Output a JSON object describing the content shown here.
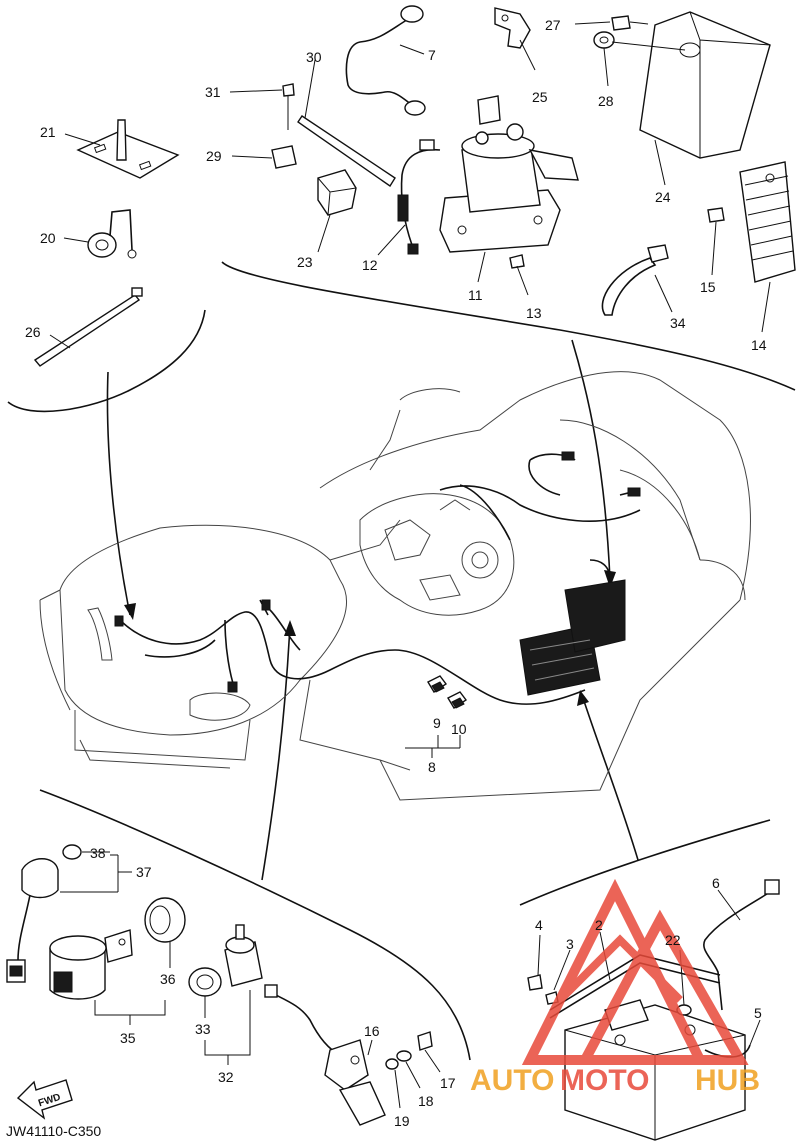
{
  "diagram_code": "JW41110-C350",
  "fwd_label": "FWD",
  "watermark": {
    "part1": "AUTO",
    "part2": "MOTO",
    "part3": "HUB",
    "color_main": "#f0a020",
    "color_accent": "#e84a3a"
  },
  "callouts": [
    {
      "id": "c2",
      "label": "2"
    },
    {
      "id": "c3",
      "label": "3"
    },
    {
      "id": "c4",
      "label": "4"
    },
    {
      "id": "c5",
      "label": "5"
    },
    {
      "id": "c6",
      "label": "6"
    },
    {
      "id": "c7",
      "label": "7"
    },
    {
      "id": "c8",
      "label": "8"
    },
    {
      "id": "c9",
      "label": "9"
    },
    {
      "id": "c10",
      "label": "10"
    },
    {
      "id": "c11",
      "label": "11"
    },
    {
      "id": "c12",
      "label": "12"
    },
    {
      "id": "c13",
      "label": "13"
    },
    {
      "id": "c14",
      "label": "14"
    },
    {
      "id": "c15",
      "label": "15"
    },
    {
      "id": "c16",
      "label": "16"
    },
    {
      "id": "c17",
      "label": "17"
    },
    {
      "id": "c18",
      "label": "18"
    },
    {
      "id": "c19",
      "label": "19"
    },
    {
      "id": "c20",
      "label": "20"
    },
    {
      "id": "c21",
      "label": "21"
    },
    {
      "id": "c22",
      "label": "22"
    },
    {
      "id": "c23",
      "label": "23"
    },
    {
      "id": "c24",
      "label": "24"
    },
    {
      "id": "c25",
      "label": "25"
    },
    {
      "id": "c26",
      "label": "26"
    },
    {
      "id": "c27",
      "label": "27"
    },
    {
      "id": "c28",
      "label": "28"
    },
    {
      "id": "c29",
      "label": "29"
    },
    {
      "id": "c30",
      "label": "30"
    },
    {
      "id": "c31",
      "label": "31"
    },
    {
      "id": "c32",
      "label": "32"
    },
    {
      "id": "c33",
      "label": "33"
    },
    {
      "id": "c34",
      "label": "34"
    },
    {
      "id": "c35",
      "label": "35"
    },
    {
      "id": "c36",
      "label": "36"
    },
    {
      "id": "c37",
      "label": "37"
    },
    {
      "id": "c38",
      "label": "38"
    }
  ]
}
